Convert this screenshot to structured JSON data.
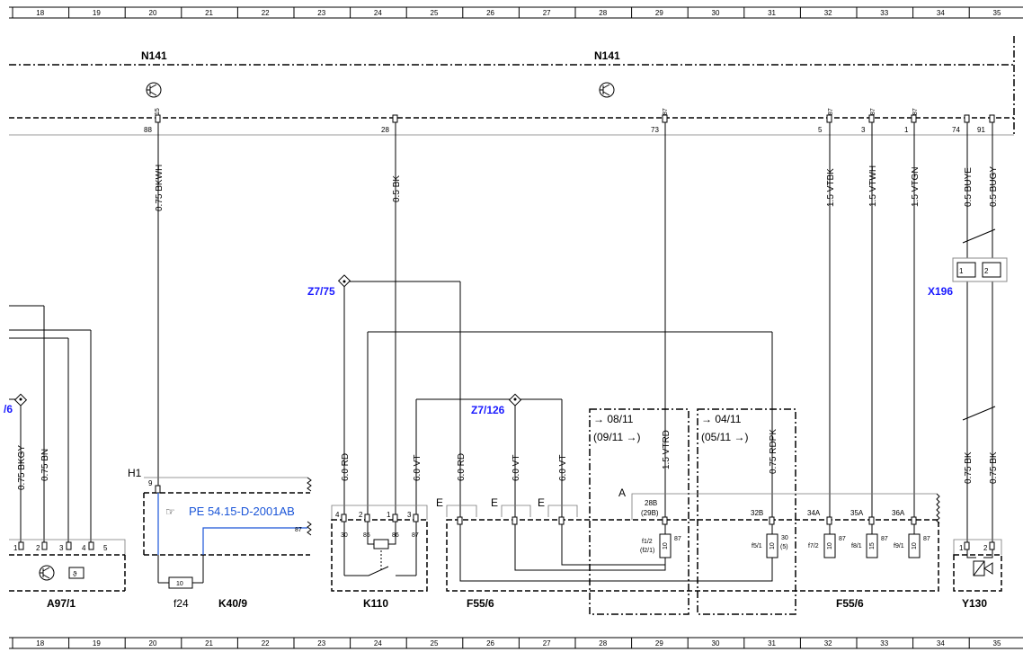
{
  "ruler": [
    "18",
    "19",
    "20",
    "21",
    "22",
    "23",
    "24",
    "25",
    "26",
    "27",
    "28",
    "29",
    "30",
    "31",
    "32",
    "33",
    "34",
    "35"
  ],
  "modules": {
    "n141_left": "N141",
    "n141_right": "N141"
  },
  "connectors": {
    "z7_75": "Z7/75",
    "z7_126": "Z7/126",
    "x196": "X196",
    "partial_left": "/6"
  },
  "components": {
    "a97_1": "A97/1",
    "f24": "f24",
    "k40_9": "K40/9",
    "k110": "K110",
    "f55_6_left": "F55/6",
    "f55_6_right": "F55/6",
    "y130": "Y130"
  },
  "reference": {
    "icon": "pointing-hand-icon",
    "text": "PE 54.15-D-2001AB"
  },
  "pins_n141": {
    "p88": "88",
    "p28": "28",
    "p73": "73",
    "p5": "5",
    "p3": "3",
    "p1": "1",
    "p74": "74",
    "p91": "91"
  },
  "pin_tags": {
    "t15": "15",
    "t87a": "87",
    "t87b": "87",
    "t87c": "87",
    "t87d": "87"
  },
  "wires": {
    "w_bkwh": "0.75 BKWH",
    "w_bk05": "0.5 BK",
    "w_vtbk": "1.5 VTBK",
    "w_vtwh": "1.5 VTWH",
    "w_vtgn": "1.5 VTGN",
    "w_buye": "0.5 BUYE",
    "w_bugy": "0.5 BUGY",
    "w_bkgy": "0.75 BKGY",
    "w_bn": "0.75 BN",
    "w_rd1": "6.0 RD",
    "w_vt1": "6.0 VT",
    "w_rd2": "6.0 RD",
    "w_vt2": "6.0 VT",
    "w_vt3": "6.0 VT",
    "w_vtrd": "1.5 VTRD",
    "w_rdpk": "0.75 RDPK",
    "w_bk1": "0.75 BK",
    "w_bk2": "0.75 BK"
  },
  "variants": {
    "v1_top": "→ 08/11",
    "v1_bottom": "(09/11 →)",
    "v2_top": "→ 04/11",
    "v2_bottom": "(05/11 →)"
  },
  "f55_pins": {
    "p28b": "28B",
    "p29b": "(29B)",
    "p32b": "32B",
    "p34a": "34A",
    "p35a": "35A",
    "p36a": "36A",
    "conn_a": "A",
    "e1": "E",
    "e2": "E",
    "e3": "E"
  },
  "fuses": {
    "f1_2": "f1/2",
    "f2_1": "(f2/1)",
    "f5_1": "f5/1",
    "f7_2": "f7/2",
    "f8_1": "f8/1",
    "f9_1": "f9/1",
    "r10": "10",
    "r15": "15",
    "r30": "30",
    "r5": "(5)",
    "r87": "87"
  },
  "k110_pins": {
    "p4": "4",
    "p2": "2",
    "p1": "1",
    "p3": "3",
    "t30": "30",
    "t85": "85",
    "t86": "86",
    "t87": "87"
  },
  "a97_pins": {
    "p1": "1",
    "p2": "2",
    "p3": "3",
    "p4": "4",
    "p5": "5"
  },
  "x196_pins": {
    "p1": "1",
    "p2": "2"
  },
  "y130_pins": {
    "p1": "1",
    "p2": "2"
  },
  "k40_pins": {
    "h1": "H1",
    "p9": "9",
    "p87": "87",
    "f10": "10"
  }
}
